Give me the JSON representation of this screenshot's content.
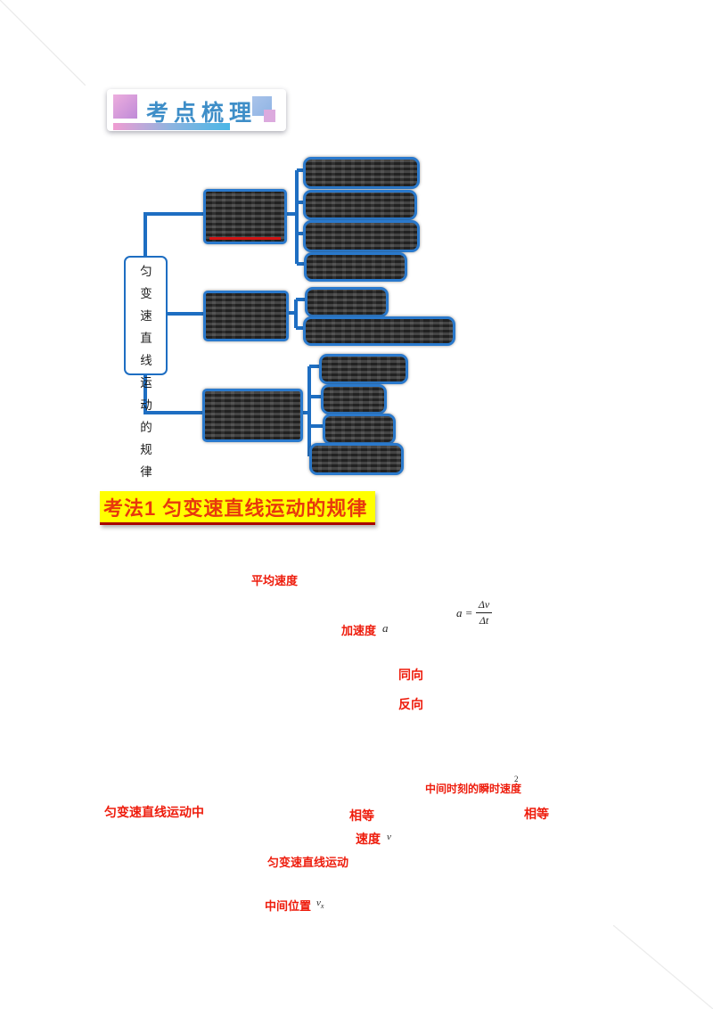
{
  "badge": {
    "title": "考点梳理"
  },
  "mindmap": {
    "root_label": "匀变速直线运动的规律",
    "branches": [
      {
        "redacted": true,
        "has_red_underline": true,
        "children_redacted": 4
      },
      {
        "redacted": true,
        "has_red_underline": false,
        "children_redacted": 2
      },
      {
        "redacted": true,
        "has_red_underline": false,
        "children_redacted": 4
      }
    ]
  },
  "section": {
    "title": "考法1  匀变速直线运动的规律"
  },
  "formula": {
    "lhs": "a",
    "equals": "=",
    "numerator": "Δv",
    "denominator": "Δt"
  },
  "inline_math": {
    "var_a": "a",
    "sup_2": "2",
    "var_v": "v",
    "sub_x": "x"
  },
  "answers": {
    "a1": "平均速度",
    "a2": "加速度",
    "a3": "同向",
    "a4": "反向",
    "a5": "中间时刻的瞬时速度",
    "a6": "匀变速直线运动中",
    "a7": "相等",
    "a8": "相等",
    "a9": "速度",
    "a10": "匀变速直线运动",
    "a11": "中间位置"
  },
  "colors": {
    "connector_blue": "#1e6ec2",
    "answer_red": "#ee1c0c",
    "highlight_yellow": "#ffff00",
    "title_red": "#e8380d",
    "badge_blue": "#3e8ec8"
  }
}
